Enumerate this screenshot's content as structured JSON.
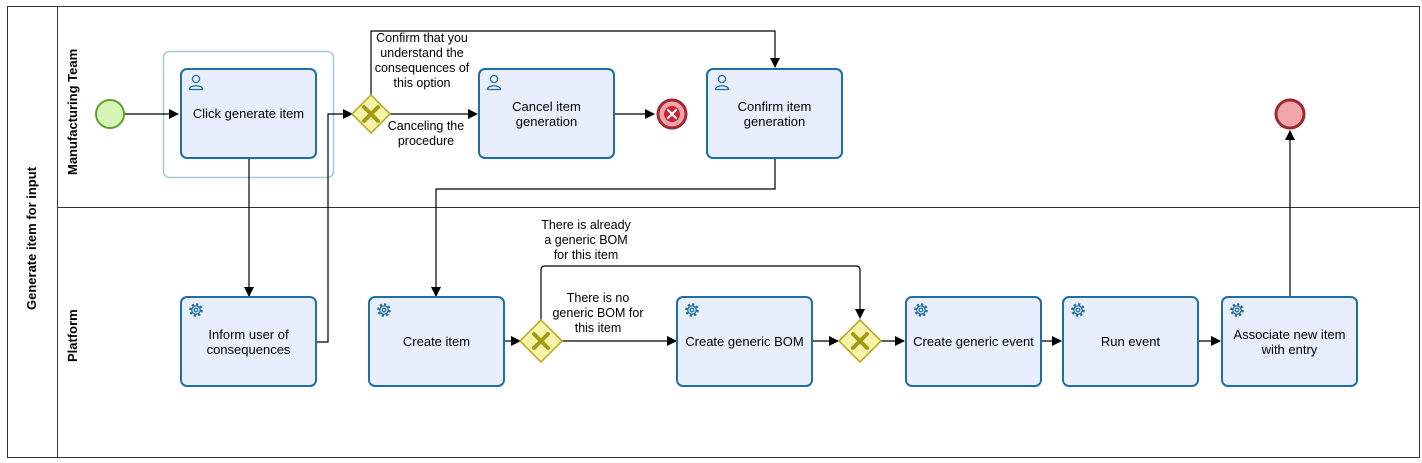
{
  "pool": {
    "title": "Generate item for input"
  },
  "lanes": [
    {
      "title": "Manufacturing Team"
    },
    {
      "title": "Platform"
    }
  ],
  "tasks": [
    {
      "label": "Click generate item",
      "kind": "user"
    },
    {
      "label": "Cancel item generation",
      "kind": "user"
    },
    {
      "label": "Confirm item generation",
      "kind": "user"
    },
    {
      "label": "Inform user of consequences",
      "kind": "service"
    },
    {
      "label": "Create item",
      "kind": "service"
    },
    {
      "label": "Create generic BOM",
      "kind": "service"
    },
    {
      "label": "Create generic event",
      "kind": "service"
    },
    {
      "label": "Run event",
      "kind": "service"
    },
    {
      "label": "Associate new item with entry",
      "kind": "service"
    }
  ],
  "flow_labels": {
    "confirm": "Confirm that you understand the consequences of this option",
    "cancel": "Canceling the procedure",
    "already": "There is already a generic BOM for this item",
    "no_bom": "There is no generic BOM for this item"
  },
  "colors": {
    "task_border": "#1d6fa5",
    "task_fill": "#e8eefb",
    "start_stroke": "#5fa02c",
    "start_fill": "#d8f5b8",
    "end_stroke": "#a02830",
    "end_fill": "#f0a5ab",
    "gateway_stroke": "#b4a616",
    "gateway_fill": "#f6f2a8"
  },
  "icons": {
    "user_task": "user-icon",
    "service_task": "gear-icon",
    "exclusive_gateway": "x-icon",
    "error_end": "x-circle-icon"
  }
}
